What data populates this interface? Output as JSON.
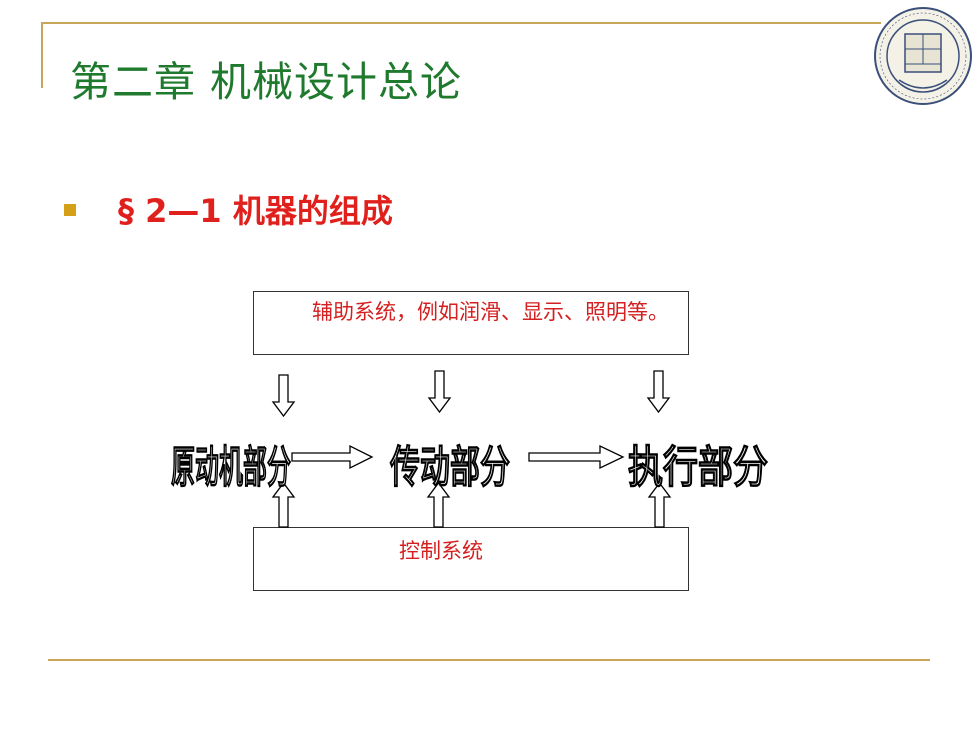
{
  "header": {
    "title": "第二章  机械设计总论"
  },
  "section": {
    "heading": "§ 2—1  机器的组成"
  },
  "diagram": {
    "auxiliary_system": "辅助系统，例如润滑、显示、照明等。",
    "control_system": "控制系统",
    "parts": [
      "原动机部分",
      "传动部分",
      "执行部分"
    ]
  },
  "colors": {
    "title": "#1f7a2e",
    "accent_red": "#e0201c",
    "bullet": "#d4a017",
    "rule": "#c9a55a"
  },
  "logo": {
    "icon": "university-seal-icon"
  }
}
